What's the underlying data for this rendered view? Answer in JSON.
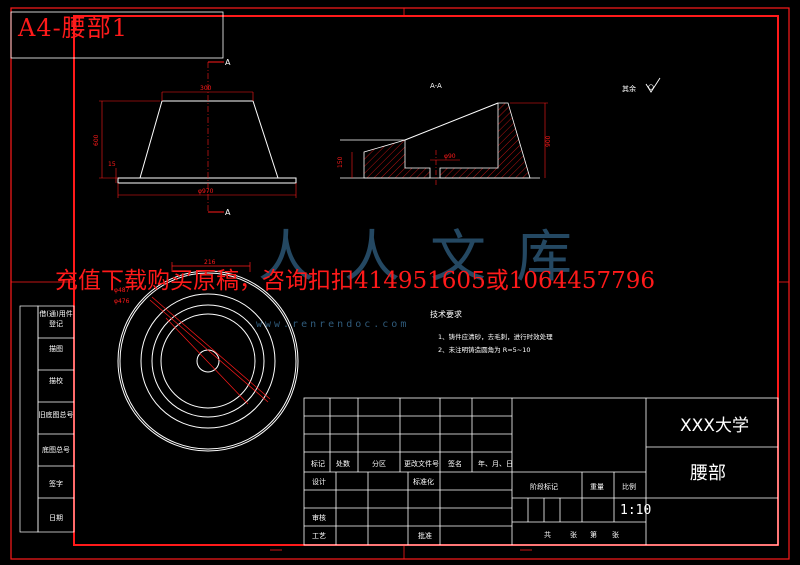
{
  "sheet": {
    "title": "A4-腰部1",
    "watermark": "充值下载购买原稿，咨询扣扣414951605或1064457796",
    "watermark_url": "www.renrendoc.com",
    "watermark_logo": "人人文库"
  },
  "drawing": {
    "front_view": {
      "dims": [
        "300",
        "600",
        "15",
        "φ970"
      ],
      "section_marks": [
        "A",
        "A"
      ]
    },
    "section_view": {
      "label": "A-A",
      "dims": [
        "150",
        "φ90",
        "900"
      ]
    },
    "top_view": {
      "dims": [
        "216",
        "φ487",
        "φ476"
      ]
    },
    "roughness_label": "其余",
    "tech_requirements": {
      "title": "技术要求",
      "items": [
        "1、铸件应清砂，去毛刺，进行时效处理",
        "2、未注明铸造圆角为 R=5~10"
      ]
    }
  },
  "title_block": {
    "university": "XXX大学",
    "part_name": "腰部",
    "scale": "1:10",
    "headers": [
      "标记",
      "处数",
      "分区",
      "更改文件号",
      "签名",
      "年、月、日"
    ],
    "rows": [
      "设计",
      "标准化",
      "审核",
      "工艺",
      "批准"
    ],
    "stage_mark": "阶段标记",
    "weight": "重量",
    "ratio": "比例",
    "sheets": [
      "共",
      "张",
      "第",
      "张"
    ]
  },
  "side_panel": [
    "借(通)用件登记",
    "描图",
    "描校",
    "旧底图总号",
    "底图总号",
    "签字",
    "日期"
  ]
}
